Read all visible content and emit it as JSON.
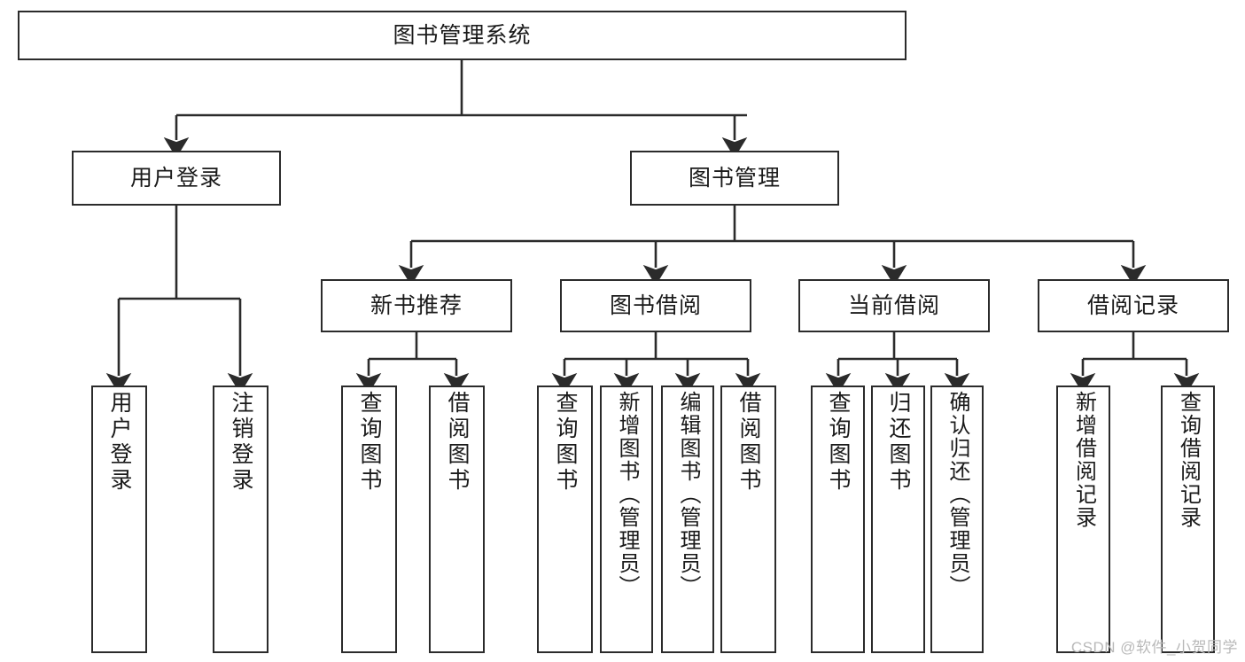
{
  "diagram": {
    "title": "图书管理系统",
    "type": "tree-hierarchy",
    "watermark": "CSDN @软件_小贺同学",
    "colors": {
      "stroke": "#2b2b2b",
      "fill": "#ffffff",
      "text": "#1a1a1a",
      "watermark": "#b9b9b9"
    },
    "root": {
      "id": "root",
      "label": "图书管理系统"
    },
    "level2": [
      {
        "id": "user-login",
        "label": "用户登录"
      },
      {
        "id": "book-manage",
        "label": "图书管理"
      }
    ],
    "level3": [
      {
        "id": "new-book-recommend",
        "label": "新书推荐"
      },
      {
        "id": "book-borrow",
        "label": "图书借阅"
      },
      {
        "id": "current-borrow",
        "label": "当前借阅"
      },
      {
        "id": "borrow-record",
        "label": "借阅记录"
      }
    ],
    "leaves": {
      "user_login": [
        {
          "id": "leaf-user-login",
          "label": "用户登录"
        },
        {
          "id": "leaf-logout-login",
          "label": "注销登录"
        }
      ],
      "new_book_recommend": [
        {
          "id": "leaf-query-book-1",
          "label": "查询图书"
        },
        {
          "id": "leaf-borrow-book-1",
          "label": "借阅图书"
        }
      ],
      "book_borrow": [
        {
          "id": "leaf-query-book-2",
          "label": "查询图书"
        },
        {
          "id": "leaf-add-book",
          "label": "新增图书（管理员）"
        },
        {
          "id": "leaf-edit-book",
          "label": "编辑图书（管理员）"
        },
        {
          "id": "leaf-borrow-book-2",
          "label": "借阅图书"
        }
      ],
      "current_borrow": [
        {
          "id": "leaf-query-book-3",
          "label": "查询图书"
        },
        {
          "id": "leaf-return-book",
          "label": "归还图书"
        },
        {
          "id": "leaf-confirm-return",
          "label": "确认归还（管理员）"
        }
      ],
      "borrow_record": [
        {
          "id": "leaf-add-record",
          "label": "新增借阅记录"
        },
        {
          "id": "leaf-query-record",
          "label": "查询借阅记录"
        }
      ]
    }
  }
}
